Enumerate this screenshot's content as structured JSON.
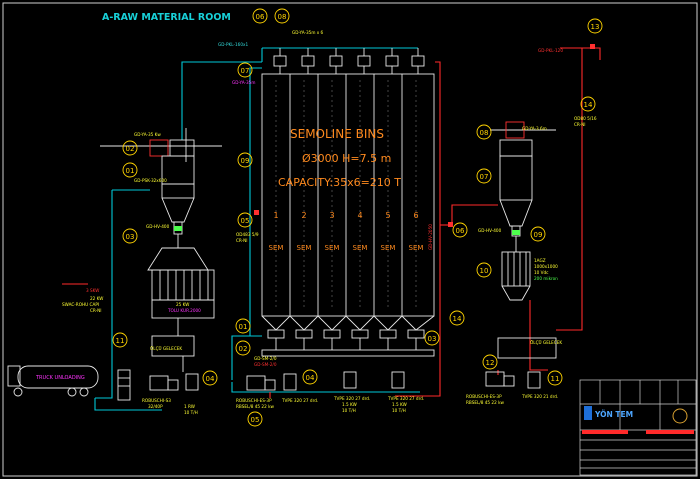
{
  "title": "A-RAW MATERIAL ROOM",
  "bins": {
    "heading": "SEMOLINE BINS",
    "dimension": "Ø3000 H=7.5 m",
    "capacity": "CAPACITY:35x6=210 T",
    "numbers": [
      "1",
      "2",
      "3",
      "4",
      "5",
      "6"
    ],
    "label": "SEM"
  },
  "labels": {
    "top_left_code": "GD-PKL-160x1",
    "top_right_code": "GD-PKL-120",
    "top_code_08": "GD-YA-35m x 6",
    "left_filter_code": "GD-YA-35 Kw",
    "left_vent_code": "GD-PSK-32x600",
    "left_rotary": "GD-HV-400",
    "mid_pipe_code": "OD483 5/9",
    "mid_pipe_code2": "CR-NI",
    "right_pipe_code": "OD80 5/16",
    "right_pipe_code2": "CR-NI",
    "left_pump": "22 KW",
    "left_pump2": "3 SKW",
    "scale_label": "25 KW",
    "scale_label2": "TOLU KUR.2000",
    "truck": "TRUCK UNLOADING",
    "load_cell": "ÖLÇÜ GELECEK",
    "right_rotary": "GD-HV-400",
    "right_scale_a": "1AGZ",
    "right_scale_b": "1000x1000",
    "right_scale_c": "10 Vdc",
    "right_scale_d": "200 mikron",
    "right_filter_code": "GD-YA-3.6m",
    "blower_left": "ROBUSCHI-S3",
    "blower_left2": "32/40P",
    "blower_mid": "ROBUSCHI-ES-3P",
    "blower_mid2": "RBSEL/8 45 22 kw",
    "blower_right": "ROBUSCHI-ES-3P",
    "blower_right2": "RBSEL/8 45 22 kw",
    "screw_1": "TVPE 320 27 drd.",
    "screw_2": "TVPE 320 27 drd.",
    "screw_3": "TVPE 320 27 drd.",
    "screw_4": "TVPE 320 21 drd.",
    "kw_a": "1 RW",
    "kw_b": "10 T/H",
    "kw_c": "1.5 KW",
    "kw_d": "10 T/H",
    "kw_e": "1.5 KW",
    "kw_f": "10 T/H",
    "side_left_1": "SWAC-ROHU CAPI",
    "side_left_2": "CR-NI",
    "right_box_label": "ÖLÇÜ GELECEK",
    "pipe_vertical": "GD-HV-2050",
    "mid_codes": "GD-YA-35m",
    "mid_small_1": "GD-SM-2/0",
    "mid_small_2": "GD-SM-2/0",
    "company": "YÖN TEM"
  },
  "markers": [
    "01",
    "02",
    "03",
    "04",
    "05",
    "06",
    "07",
    "08",
    "09",
    "10",
    "11",
    "12",
    "13",
    "14"
  ],
  "colors": {
    "background": "#000000",
    "pipe_cyan": "#00c8d8",
    "pipe_red": "#ff2a2a",
    "equipment": "#e8e8e8",
    "title_cyan": "#18d0d8",
    "bins_orange": "#ff8a1e",
    "marker_yellow": "#ffd400",
    "label_magenta": "#ff33ff",
    "label_red": "#ff3030",
    "label_cyan": "#33dddd",
    "label_green": "#4dff4d",
    "label_yellow": "#ffff33"
  }
}
